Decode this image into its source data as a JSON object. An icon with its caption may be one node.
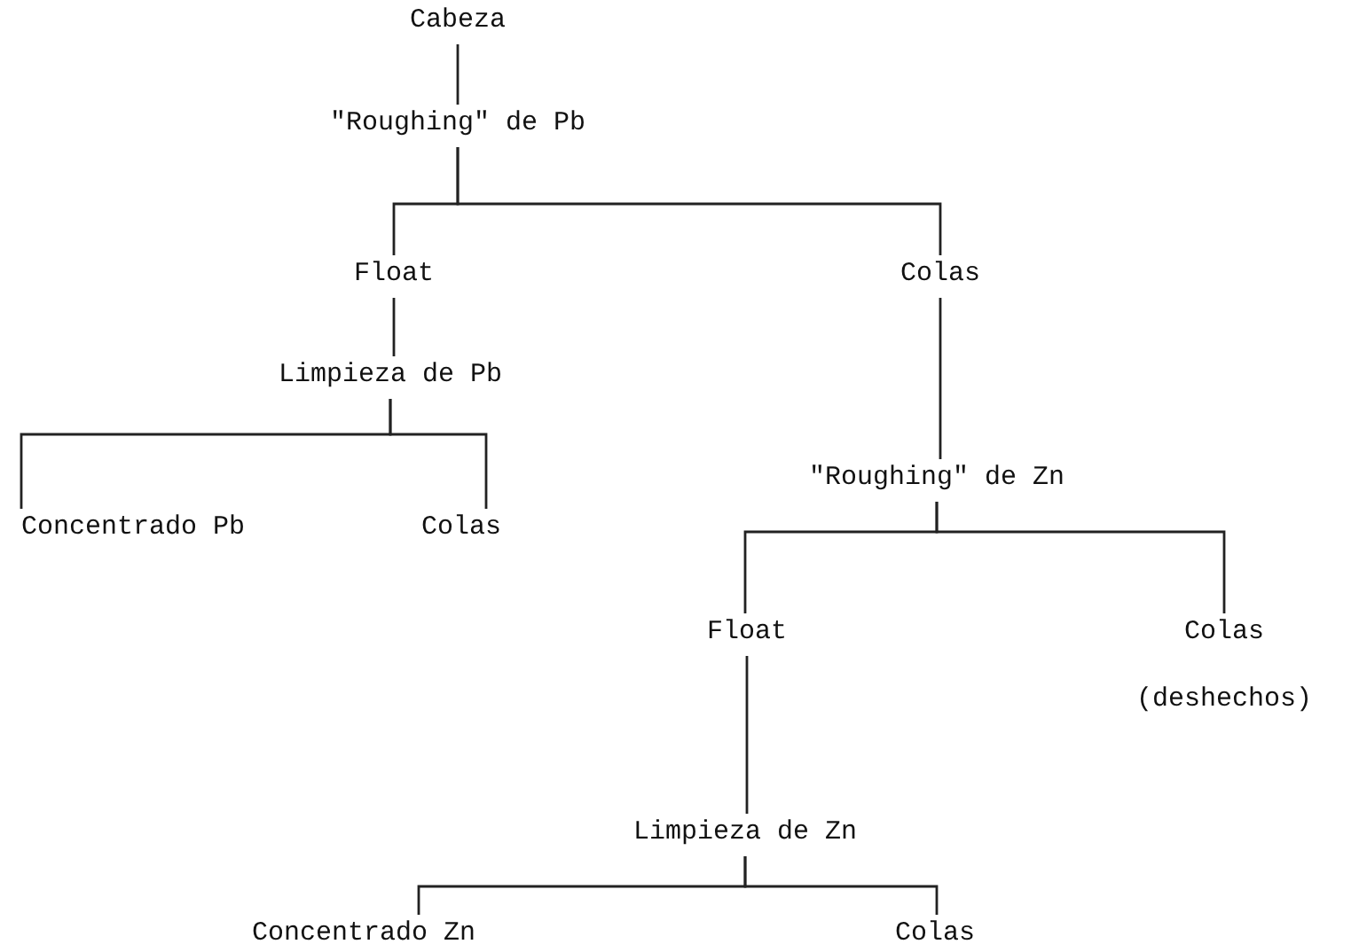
{
  "diagram": {
    "nodes": [
      {
        "text": [
          "Cabeza"
        ]
      },
      {
        "text": [
          "\"Roughing\" de Pb"
        ]
      },
      {
        "text": [
          "Float"
        ]
      },
      {
        "text": [
          "Colas"
        ]
      },
      {
        "text": [
          "Limpieza de Pb"
        ]
      },
      {
        "text": [
          "\"Roughing\" de Zn"
        ]
      },
      {
        "text": [
          "Concentrado Pb"
        ]
      },
      {
        "text": [
          "Colas"
        ]
      },
      {
        "text": [
          "Float"
        ]
      },
      {
        "text": [
          "Colas",
          "(deshechos)"
        ]
      },
      {
        "text": [
          "Limpieza de Zn"
        ]
      },
      {
        "text": [
          "Concentrado Zn"
        ]
      },
      {
        "text": [
          "Colas"
        ]
      }
    ],
    "edges": [
      {
        "from": 0,
        "to": 1,
        "arrow": "none"
      },
      {
        "from": 1,
        "to": 2,
        "arrow": "none"
      },
      {
        "from": 1,
        "to": 3,
        "arrow": "none"
      },
      {
        "from": 2,
        "to": 4,
        "arrow": "none"
      },
      {
        "from": 3,
        "to": 5,
        "arrow": "none"
      },
      {
        "from": 4,
        "to": 6,
        "arrow": "none"
      },
      {
        "from": 4,
        "to": 7,
        "arrow": "none"
      },
      {
        "from": 5,
        "to": 8,
        "arrow": "none"
      },
      {
        "from": 5,
        "to": 9,
        "arrow": "none"
      },
      {
        "from": 8,
        "to": 10,
        "arrow": "none"
      },
      {
        "from": 10,
        "to": 11,
        "arrow": "none"
      },
      {
        "from": 10,
        "to": 12,
        "arrow": "none"
      }
    ]
  }
}
